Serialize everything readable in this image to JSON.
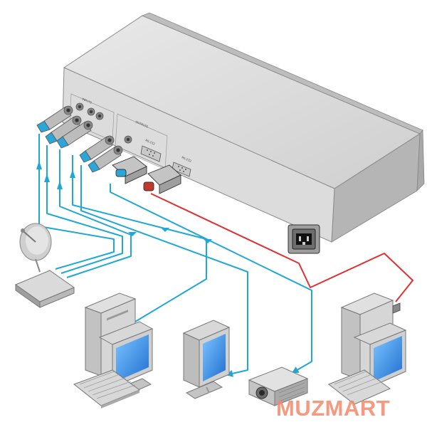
{
  "labels": {
    "inputs": "INPUTS",
    "outputs": "OUTPUTS",
    "rs232_a": "RS-232",
    "rs232_b": "RS-232"
  },
  "watermark": "MUZMART",
  "colors": {
    "video_cable": "#1fa7d6",
    "serial_cable": "#e03030",
    "device_body": "#d9d9d9",
    "screen": "#2d8fe0",
    "arrow": "#1fa7d6"
  },
  "icons": [
    "satellite-dish-icon",
    "receiver-icon",
    "computer-icon",
    "monitor-icon",
    "projector-icon",
    "power-inlet-icon"
  ]
}
